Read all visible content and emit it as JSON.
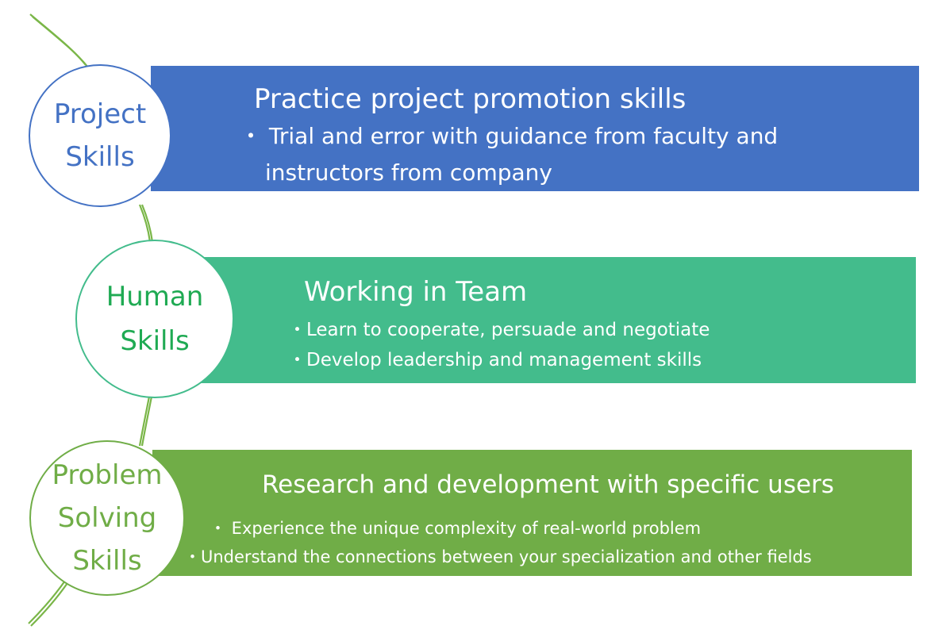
{
  "colors": {
    "blue": "#4472c4",
    "teal": "#43bc8c",
    "green": "#70ad47",
    "circle_project_text": "#4472c4",
    "circle_human_text": "#1faa53",
    "circle_problem_text": "#70ad47",
    "vine": "#7ab648"
  },
  "sections": [
    {
      "circle_lines": [
        "Project",
        "Skills"
      ],
      "title": "Practice project promotion skills",
      "bullets": [
        "・ Trial and error with guidance from faculty and",
        "instructors from company"
      ]
    },
    {
      "circle_lines": [
        "Human",
        "Skills"
      ],
      "title": "Working in Team",
      "bullets": [
        "・Learn to cooperate, persuade and negotiate",
        "・Develop leadership and management skills"
      ]
    },
    {
      "circle_lines": [
        "Problem",
        "Solving",
        "Skills"
      ],
      "title": "Research and development with specific users",
      "bullets": [
        "・ Experience the unique complexity of real-world problem",
        "・Understand the connections between your specialization and other fields"
      ]
    }
  ]
}
